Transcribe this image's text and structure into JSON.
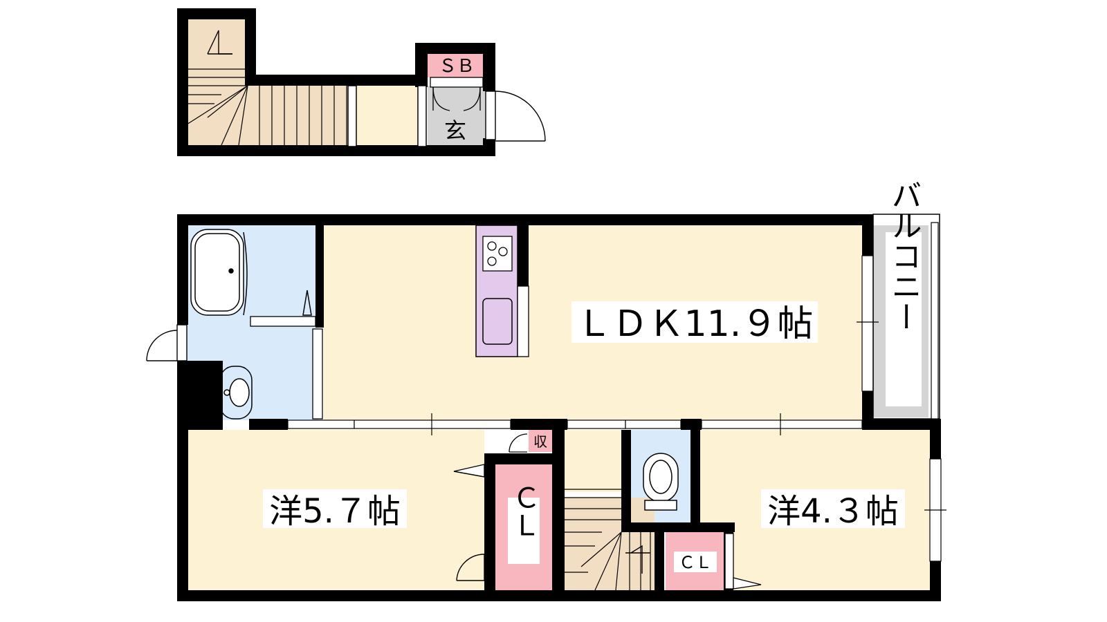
{
  "rooms": {
    "ldk": "ＬＤＫ11.９帖",
    "western_1": "洋5.７帖",
    "western_2": "洋4.３帖",
    "balcony": "バルコニー",
    "closet_large": "ＣＬ",
    "closet_small": "ＣＬ",
    "storage": "収",
    "shoe_box": "ＳＢ",
    "entrance": "玄"
  },
  "colors": {
    "room_floor": "#fdf2d4",
    "water_area": "#d9eafb",
    "stair": "#f1dec3",
    "entrance_floor": "#d4d4d4",
    "balcony_floor": "#d4d4d4",
    "closet": "#f8b7bf",
    "kitchen_counter": "#e3c9ec",
    "wall": "#000000"
  },
  "icons": [
    "stove-icon",
    "sink-icon",
    "bathtub-icon",
    "washbasin-icon",
    "toilet-icon",
    "door-swing-icon",
    "stair-arrow-icon"
  ]
}
